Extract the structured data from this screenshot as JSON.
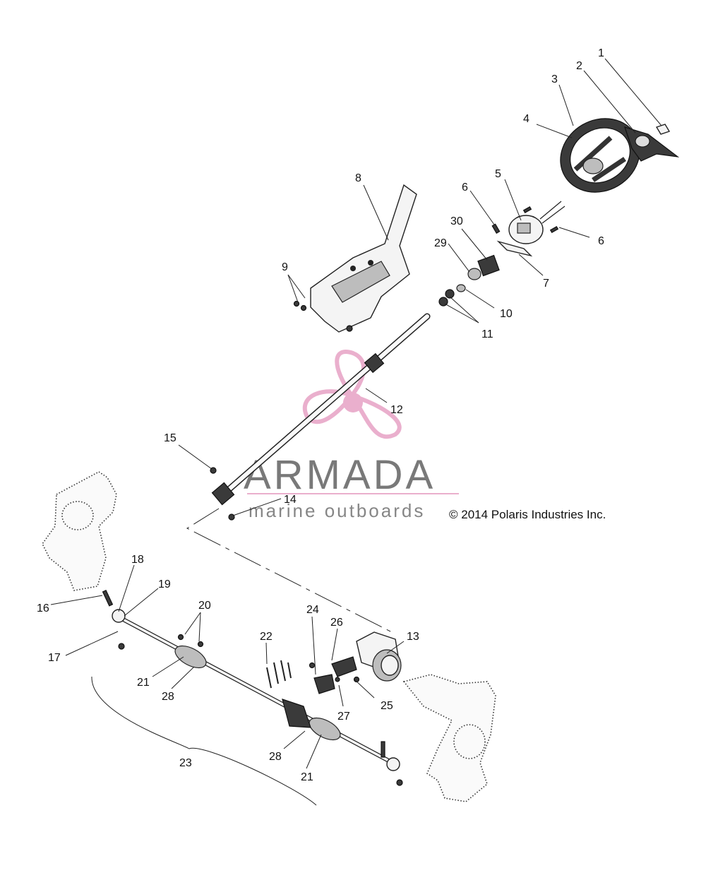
{
  "watermark": {
    "brand": "ARMADA",
    "tagline": "marine outboards",
    "accent_color": "#e8a7c8",
    "text_color": "#6b6b6b"
  },
  "copyright": "© 2014 Polaris Industries Inc.",
  "callouts": {
    "c1": "1",
    "c2": "2",
    "c3": "3",
    "c4": "4",
    "c5": "5",
    "c6a": "6",
    "c6b": "6",
    "c7": "7",
    "c8": "8",
    "c9": "9",
    "c10": "10",
    "c11": "11",
    "c12": "12",
    "c13": "13",
    "c14": "14",
    "c15": "15",
    "c16": "16",
    "c17": "17",
    "c18": "18",
    "c19": "19",
    "c20": "20",
    "c21a": "21",
    "c21b": "21",
    "c22": "22",
    "c23": "23",
    "c24": "24",
    "c25": "25",
    "c26": "26",
    "c27": "27",
    "c28a": "28",
    "c28b": "28",
    "c29": "29",
    "c30": "30"
  }
}
